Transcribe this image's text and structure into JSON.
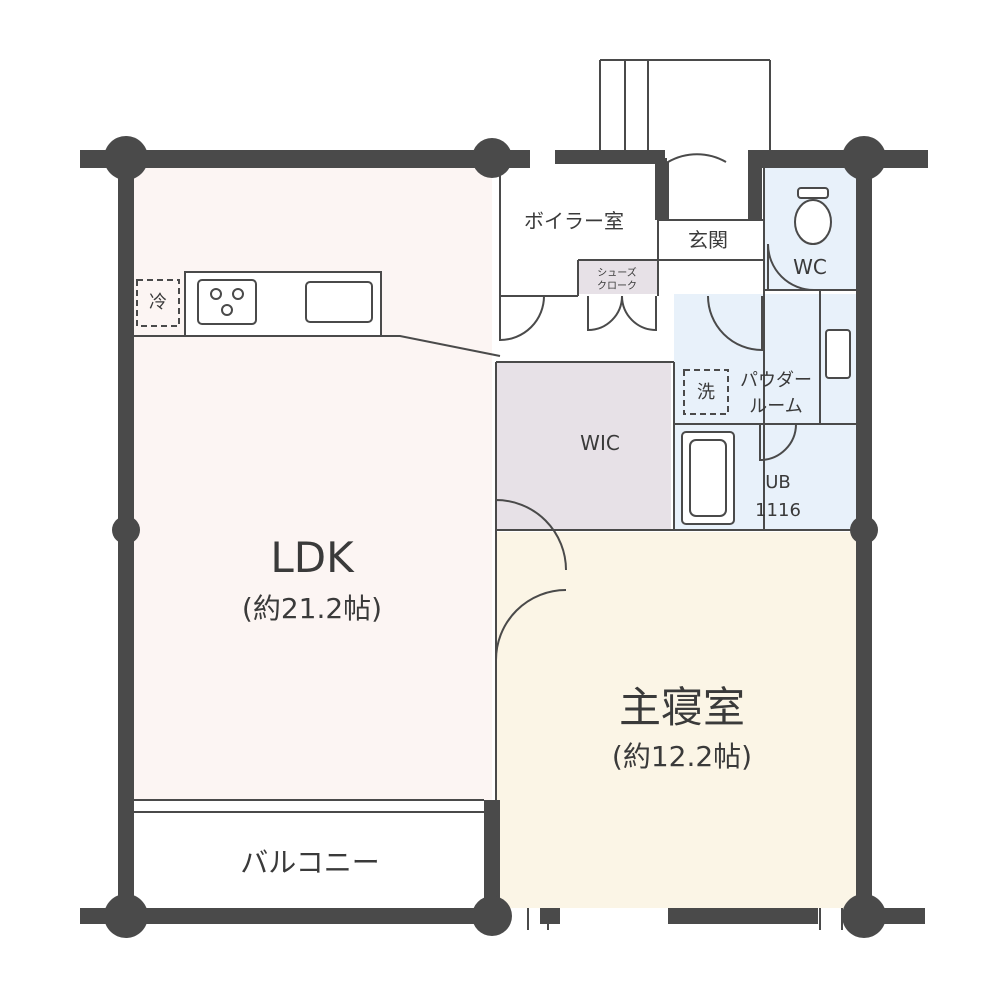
{
  "rooms": {
    "ldk": {
      "name": "LDK",
      "size": "(約21.2帖)"
    },
    "master_bedroom": {
      "name": "主寝室",
      "size": "(約12.2帖)"
    },
    "balcony": {
      "name": "バルコニー"
    },
    "boiler_room": {
      "name": "ボイラー室"
    },
    "entrance": {
      "name": "玄関"
    },
    "shoe_closet": {
      "name_line1": "シューズ",
      "name_line2": "クローク"
    },
    "wc": {
      "name": "WC"
    },
    "wic": {
      "name": "WIC"
    },
    "powder_room": {
      "name_line1": "パウダー",
      "name_line2": "ルーム"
    },
    "unit_bath": {
      "name": "UB",
      "size": "1116"
    }
  },
  "fixtures": {
    "fridge_space": "冷",
    "washer_space": "洗"
  },
  "colors": {
    "wall": "#4a4a4a",
    "ldk_floor": "#fcf5f3",
    "bedroom_floor": "#fbf5e6",
    "wet_area_floor": "#e8f1fa",
    "wic_floor": "#e7e1e7",
    "shoe_closet_floor": "#e7e1e7",
    "outdoor": "#ffffff"
  }
}
